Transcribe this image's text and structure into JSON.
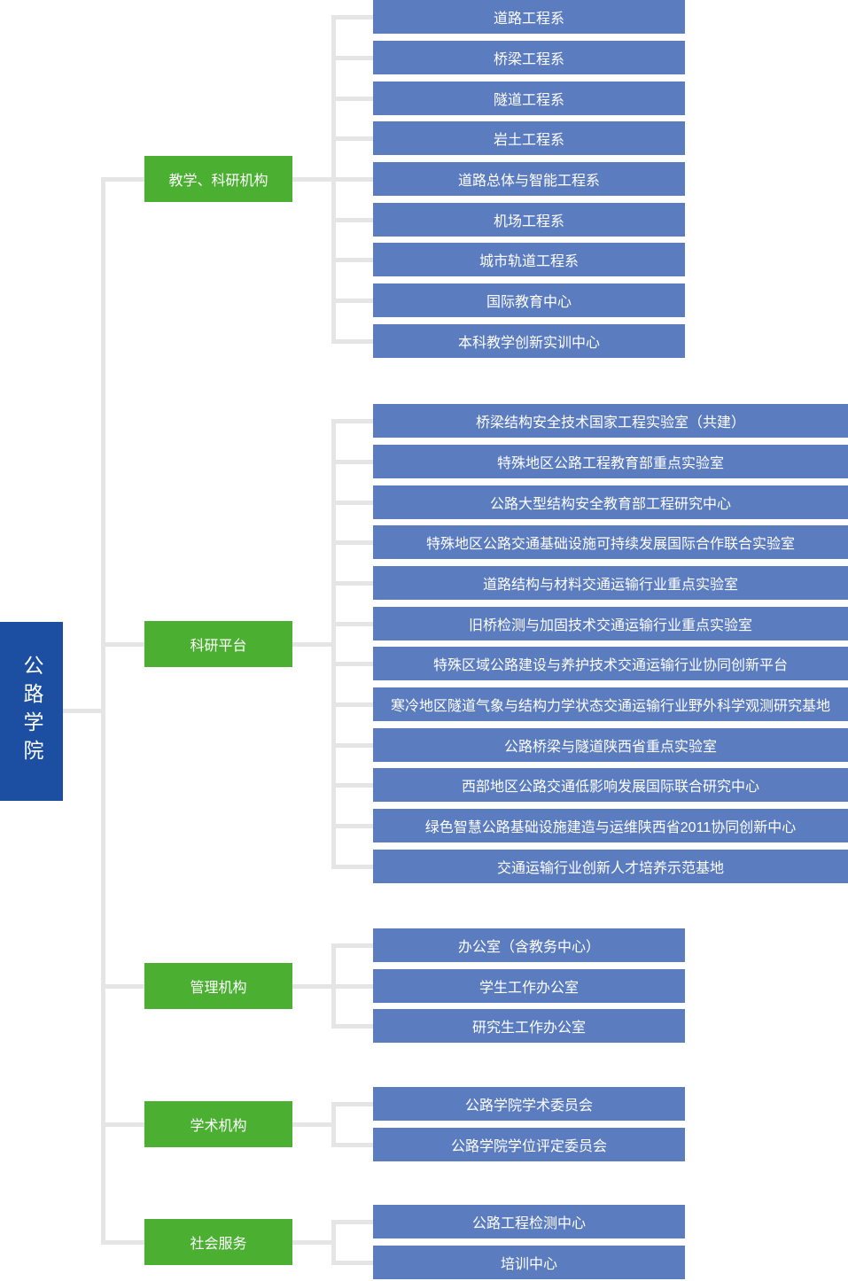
{
  "diagram": {
    "type": "org-chart",
    "root": {
      "label": "公路学院"
    },
    "sections": [
      {
        "label": "教学、科研机构",
        "children": [
          "道路工程系",
          "桥梁工程系",
          "隧道工程系",
          "岩土工程系",
          "道路总体与智能工程系",
          "机场工程系",
          "城市轨道工程系",
          "国际教育中心",
          "本科教学创新实训中心"
        ]
      },
      {
        "label": "科研平台",
        "children": [
          "桥梁结构安全技术国家工程实验室（共建）",
          "特殊地区公路工程教育部重点实验室",
          "公路大型结构安全教育部工程研究中心",
          "特殊地区公路交通基础设施可持续发展国际合作联合实验室",
          "道路结构与材料交通运输行业重点实验室",
          "旧桥检测与加固技术交通运输行业重点实验室",
          "特殊区域公路建设与养护技术交通运输行业协同创新平台",
          "寒冷地区隧道气象与结构力学状态交通运输行业野外科学观测研究基地",
          "公路桥梁与隧道陕西省重点实验室",
          "西部地区公路交通低影响发展国际联合研究中心",
          "绿色智慧公路基础设施建造与运维陕西省2011协同创新中心",
          "交通运输行业创新人才培养示范基地"
        ]
      },
      {
        "label": "管理机构",
        "children": [
          "办公室（含教务中心）",
          "学生工作办公室",
          "研究生工作办公室"
        ]
      },
      {
        "label": "学术机构",
        "children": [
          "公路学院学术委员会",
          "公路学院学位评定委员会"
        ]
      },
      {
        "label": "社会服务",
        "children": [
          "公路工程检测中心",
          "培训中心"
        ]
      }
    ],
    "colors": {
      "root": "#1C4FA1",
      "category": "#4BAF31",
      "unit": "#5B7CBE",
      "connector": "#E5E5E5",
      "text": "#FFFFFF"
    }
  }
}
